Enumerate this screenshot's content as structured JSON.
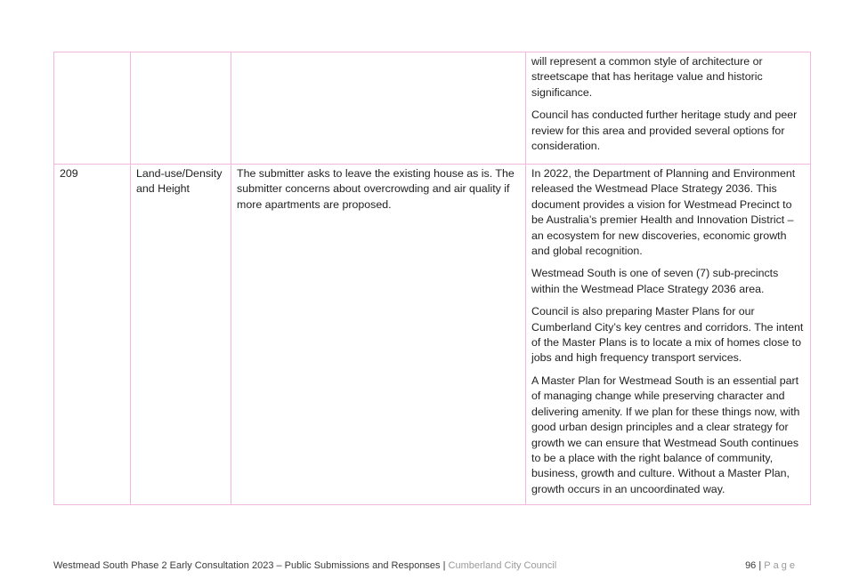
{
  "table": {
    "rows": [
      {
        "id": "",
        "topic": "",
        "submission": "",
        "response": [
          "will represent a common style of architecture or streetscape that has heritage value and historic significance.",
          "Council has conducted further heritage study and peer review for this area and provided several options for consideration."
        ]
      },
      {
        "id": "209",
        "topic": "Land-use/Density and Height",
        "submission": "The submitter asks to leave the existing house as is. The submitter concerns about overcrowding and air quality if more apartments are proposed.",
        "response": [
          "In 2022, the Department of Planning and Environment released the Westmead Place Strategy 2036. This document provides a vision for Westmead Precinct to be Australia’s premier Health and Innovation District – an ecosystem for new discoveries, economic growth and global recognition.",
          "Westmead South is one of seven (7) sub-precincts within the Westmead Place Strategy 2036 area.",
          "Council is also preparing Master Plans for our Cumberland City’s key centres and corridors. The intent of the Master Plans is to locate a mix of homes close to jobs and high frequency transport services.",
          "A Master Plan for Westmead South is an essential part of managing change while preserving character and delivering amenity. If we plan for these things now, with good urban design principles and a clear strategy for growth we can ensure that Westmead South continues to be a place with the right balance of community, business, growth and culture. Without a Master Plan, growth occurs in an uncoordinated way."
        ]
      }
    ]
  },
  "footer": {
    "title": "Westmead South Phase 2 Early Consultation 2023 – Public Submissions and Responses | ",
    "org": "Cumberland City Council",
    "page_number": "96",
    "separator": " | ",
    "page_label": "Page"
  },
  "colors": {
    "table_border": "#f2b8dc",
    "footer_muted": "#9a9a9a"
  }
}
